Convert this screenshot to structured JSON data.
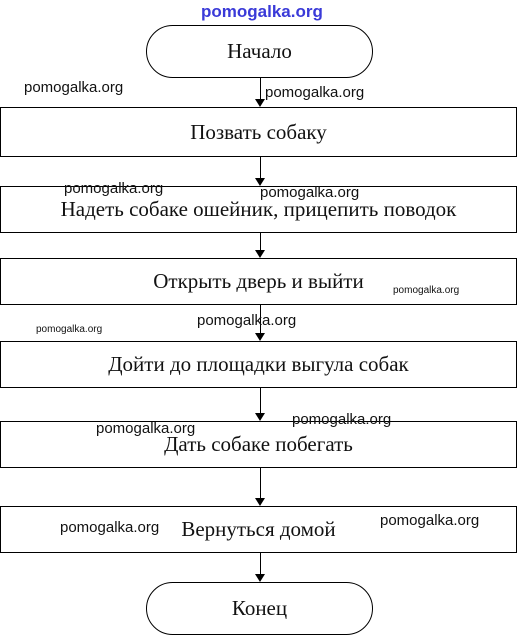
{
  "flowchart": {
    "start": "Начало",
    "steps": [
      "Позвать собаку",
      "Надеть собаке ошейник, прицепить поводок",
      "Открыть дверь и выйти",
      "Дойти до площадки выгула собак",
      "Дать собаке побегать",
      "Вернуться домой"
    ],
    "end": "Конец"
  },
  "watermark": "pomogalka.org",
  "colors": {
    "watermark_top": "#3a3ad8",
    "stroke": "#000000"
  }
}
